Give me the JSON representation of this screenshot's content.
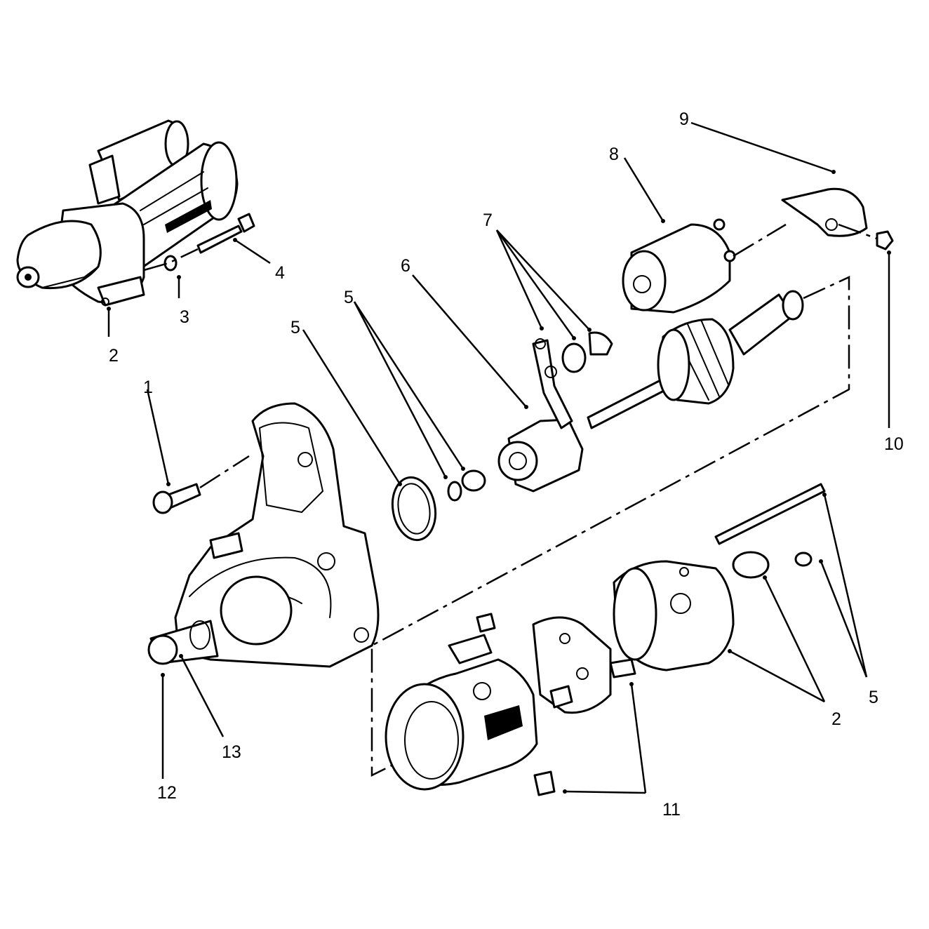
{
  "callouts": [
    {
      "id": "c1",
      "text": "1"
    },
    {
      "id": "c2a",
      "text": "2"
    },
    {
      "id": "c3",
      "text": "3"
    },
    {
      "id": "c4",
      "text": "4"
    },
    {
      "id": "c5a",
      "text": "5"
    },
    {
      "id": "c5b",
      "text": "5"
    },
    {
      "id": "c6",
      "text": "6"
    },
    {
      "id": "c7",
      "text": "7"
    },
    {
      "id": "c8",
      "text": "8"
    },
    {
      "id": "c9",
      "text": "9"
    },
    {
      "id": "c10",
      "text": "10"
    },
    {
      "id": "c11",
      "text": "11"
    },
    {
      "id": "c12",
      "text": "12"
    },
    {
      "id": "c13",
      "text": "13"
    },
    {
      "id": "c2b",
      "text": "2"
    },
    {
      "id": "c5c",
      "text": "5"
    }
  ]
}
